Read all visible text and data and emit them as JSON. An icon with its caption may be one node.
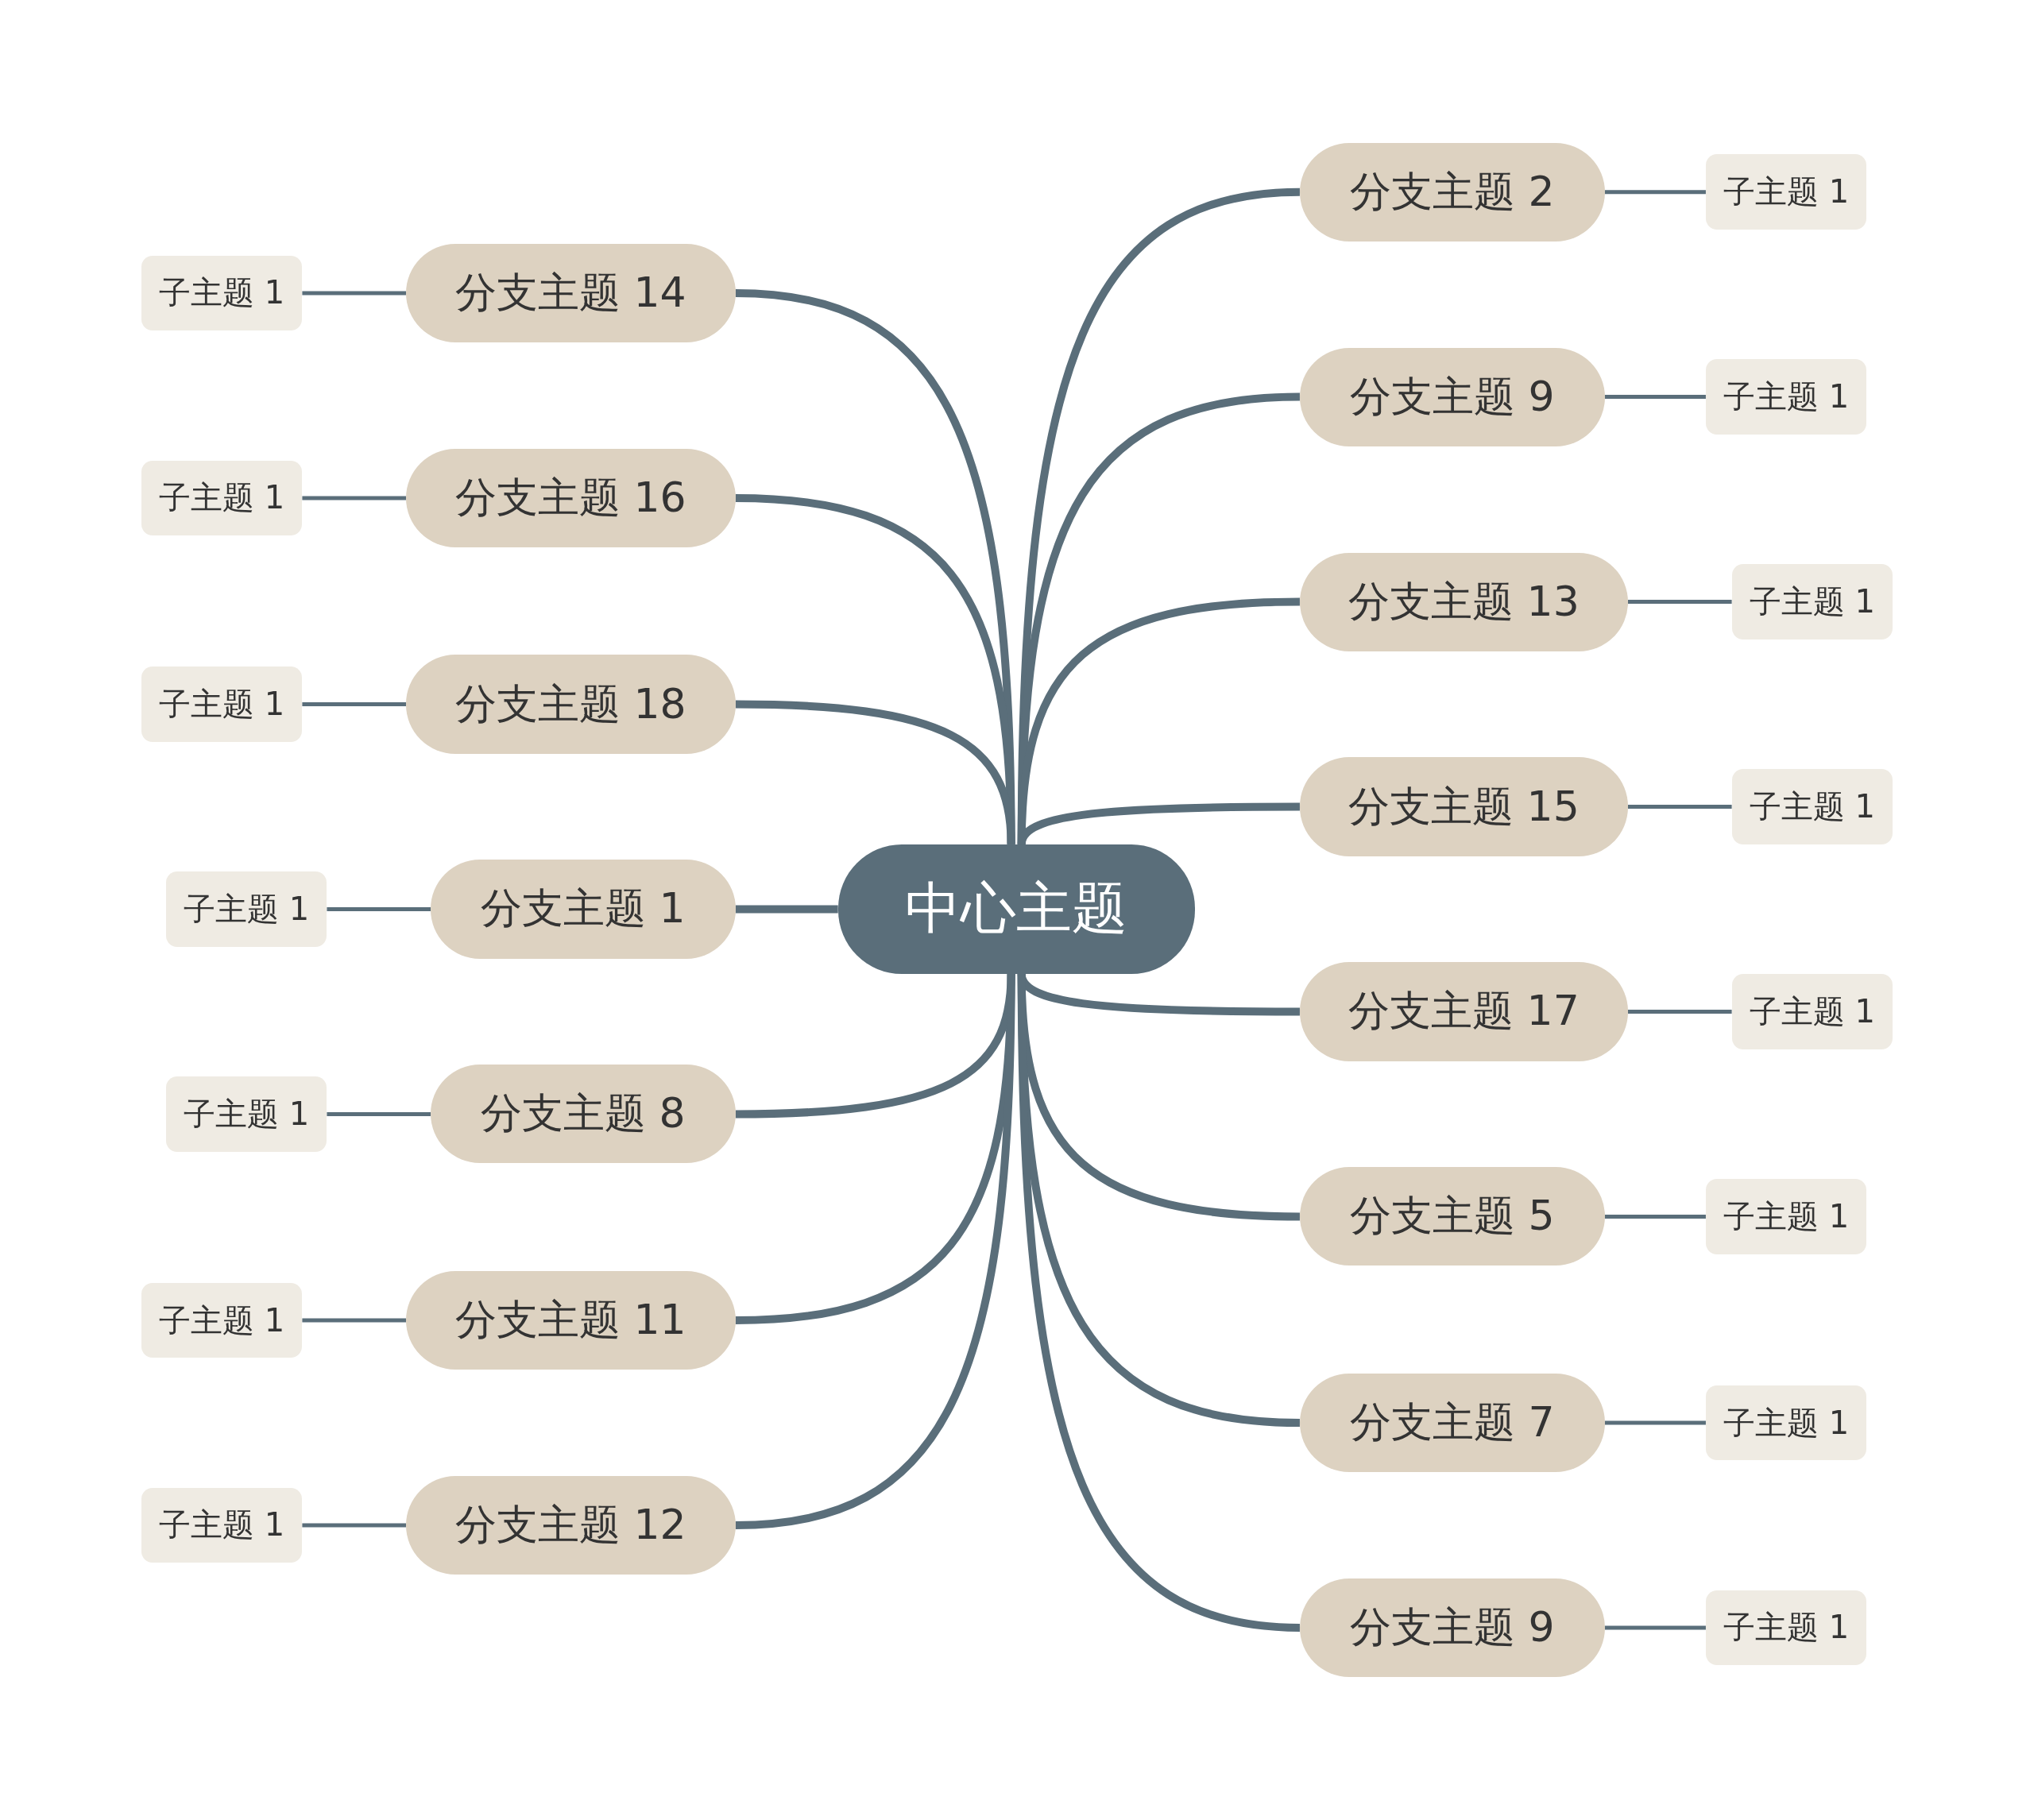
{
  "diagram": {
    "nodes": [
      {
        "text": [
          "中心主题"
        ]
      },
      {
        "text": [
          "分支主题 2"
        ]
      },
      {
        "text": [
          "子主题 1"
        ]
      },
      {
        "text": [
          "分支主题 9"
        ]
      },
      {
        "text": [
          "子主题 1"
        ]
      },
      {
        "text": [
          "分支主题 13"
        ]
      },
      {
        "text": [
          "子主题 1"
        ]
      },
      {
        "text": [
          "分支主题 15"
        ]
      },
      {
        "text": [
          "子主题 1"
        ]
      },
      {
        "text": [
          "分支主题 17"
        ]
      },
      {
        "text": [
          "子主题 1"
        ]
      },
      {
        "text": [
          "分支主题 5"
        ]
      },
      {
        "text": [
          "子主题 1"
        ]
      },
      {
        "text": [
          "分支主题 7"
        ]
      },
      {
        "text": [
          "子主题 1"
        ]
      },
      {
        "text": [
          "分支主题 9"
        ]
      },
      {
        "text": [
          "子主题 1"
        ]
      },
      {
        "text": [
          "分支主题 14"
        ]
      },
      {
        "text": [
          "子主题 1"
        ]
      },
      {
        "text": [
          "分支主题 16"
        ]
      },
      {
        "text": [
          "子主题 1"
        ]
      },
      {
        "text": [
          "分支主题 18"
        ]
      },
      {
        "text": [
          "子主题 1"
        ]
      },
      {
        "text": [
          "分支主题 1"
        ]
      },
      {
        "text": [
          "子主题 1"
        ]
      },
      {
        "text": [
          "分支主题 8"
        ]
      },
      {
        "text": [
          "子主题 1"
        ]
      },
      {
        "text": [
          "分支主题 11"
        ]
      },
      {
        "text": [
          "子主题 1"
        ]
      },
      {
        "text": [
          "分支主题 12"
        ]
      },
      {
        "text": [
          "子主题 1"
        ]
      }
    ],
    "edges": [
      {
        "from": 0,
        "to": 1,
        "arrow": "none",
        "style": "thick"
      },
      {
        "from": 1,
        "to": 2,
        "arrow": "none"
      },
      {
        "from": 0,
        "to": 3,
        "arrow": "none",
        "style": "thick"
      },
      {
        "from": 3,
        "to": 4,
        "arrow": "none"
      },
      {
        "from": 0,
        "to": 5,
        "arrow": "none",
        "style": "thick"
      },
      {
        "from": 5,
        "to": 6,
        "arrow": "none"
      },
      {
        "from": 0,
        "to": 7,
        "arrow": "none",
        "style": "thick"
      },
      {
        "from": 7,
        "to": 8,
        "arrow": "none"
      },
      {
        "from": 0,
        "to": 9,
        "arrow": "none",
        "style": "thick"
      },
      {
        "from": 9,
        "to": 10,
        "arrow": "none"
      },
      {
        "from": 0,
        "to": 11,
        "arrow": "none",
        "style": "thick"
      },
      {
        "from": 11,
        "to": 12,
        "arrow": "none"
      },
      {
        "from": 0,
        "to": 13,
        "arrow": "none",
        "style": "thick"
      },
      {
        "from": 13,
        "to": 14,
        "arrow": "none"
      },
      {
        "from": 0,
        "to": 15,
        "arrow": "none",
        "style": "thick"
      },
      {
        "from": 15,
        "to": 16,
        "arrow": "none"
      },
      {
        "from": 0,
        "to": 17,
        "arrow": "none",
        "style": "thick"
      },
      {
        "from": 17,
        "to": 18,
        "arrow": "none"
      },
      {
        "from": 0,
        "to": 19,
        "arrow": "none",
        "style": "thick"
      },
      {
        "from": 19,
        "to": 20,
        "arrow": "none"
      },
      {
        "from": 0,
        "to": 21,
        "arrow": "none",
        "style": "thick"
      },
      {
        "from": 21,
        "to": 22,
        "arrow": "none"
      },
      {
        "from": 0,
        "to": 23,
        "arrow": "none",
        "style": "thick"
      },
      {
        "from": 23,
        "to": 24,
        "arrow": "none"
      },
      {
        "from": 0,
        "to": 25,
        "arrow": "none",
        "style": "thick"
      },
      {
        "from": 25,
        "to": 26,
        "arrow": "none"
      },
      {
        "from": 0,
        "to": 27,
        "arrow": "none",
        "style": "thick"
      },
      {
        "from": 27,
        "to": 28,
        "arrow": "none"
      },
      {
        "from": 0,
        "to": 29,
        "arrow": "none",
        "style": "thick"
      },
      {
        "from": 29,
        "to": 30,
        "arrow": "none"
      }
    ]
  }
}
